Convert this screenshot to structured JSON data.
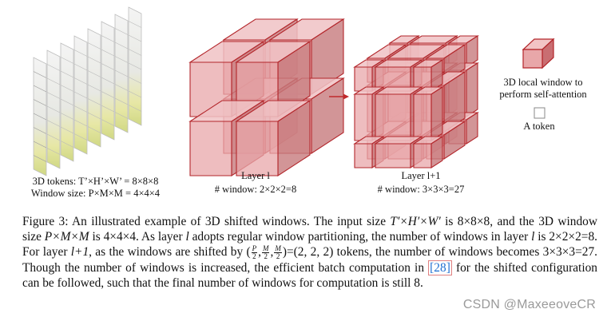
{
  "figure": {
    "tokens_label": "3D tokens: T’×H’×W’ = 8×8×8",
    "window_size_label": "Window size: P×M×M = 4×4×4",
    "layer_l_title": "Layer l",
    "layer_l_windows": "# window: 2×2×2=8",
    "layer_l1_title": "Layer l+1",
    "layer_l1_windows": "# window: 3×3×3=27",
    "legend_window_line1": "3D local window to",
    "legend_window_line2": "perform self-attention",
    "legend_token": "A token",
    "arrow": "→",
    "colors": {
      "window_fill": "#e8a7a9",
      "window_stroke": "#b3262b",
      "grid_stroke": "#b8b8b8",
      "arrow": "#c0292b"
    }
  },
  "caption": {
    "label": "Figure 3:",
    "t1": " An illustrated example of 3D shifted windows. The input size ",
    "input_size_math": "T′×H′×W′",
    "t2": " is 8×8×8, and the 3D window size ",
    "window_size_math": "P×M×M",
    "t3": " is 4×4×4. As layer ",
    "layer_var": "l",
    "t4": " adopts regular window partitioning, the number of windows in layer ",
    "layer_var2": "l",
    "t5": " is 2×2×2=8. For layer ",
    "layer_next": "l+1",
    "t6": ", as the windows are shifted by (",
    "frac1_num": "P",
    "frac1_den": "2",
    "frac2_num": "M",
    "frac2_den": "2",
    "frac3_num": "M",
    "frac3_den": "2",
    "t7": ")=(2, 2, 2) tokens, the number of windows becomes 3×3×3=27. Though the number of windows is increased, the efficient batch computation in ",
    "citation": "[28]",
    "t8": " for the shifted configuration can be followed, such that the final number of windows for computation is still 8."
  },
  "watermark": "CSDN @MaxeeoveCR"
}
